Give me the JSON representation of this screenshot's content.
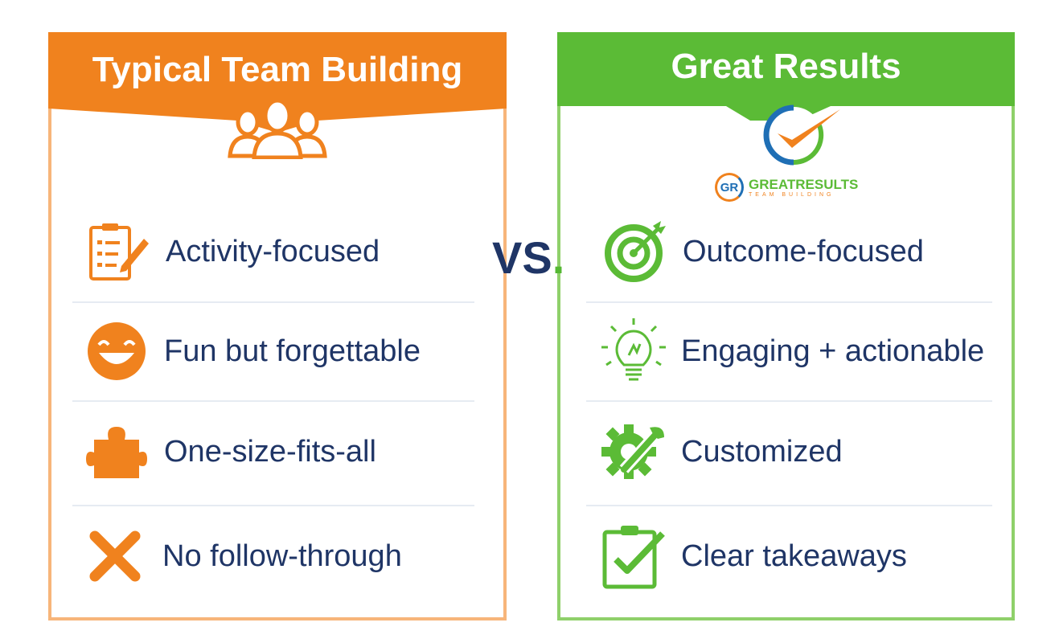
{
  "left": {
    "title": "Typical Team Building",
    "color": "#f0821e",
    "items": [
      {
        "label": "Activity-focused",
        "icon": "checklist-icon"
      },
      {
        "label": "Fun but forgettable",
        "icon": "smiley-icon"
      },
      {
        "label": "One-size-fits-all",
        "icon": "puzzle-icon"
      },
      {
        "label": "No follow-through",
        "icon": "x-icon"
      }
    ]
  },
  "vs": {
    "text": "VS",
    "dot": "."
  },
  "right": {
    "title": "Great Results",
    "color": "#5bbb36",
    "logo": {
      "name": "GREATRESULTS",
      "sub": "TEAM BUILDING",
      "mark": "GR"
    },
    "items": [
      {
        "label": "Outcome-focused",
        "icon": "target-icon"
      },
      {
        "label": "Engaging + actionable",
        "icon": "lightbulb-icon"
      },
      {
        "label": "Customized",
        "icon": "gear-wrench-icon"
      },
      {
        "label": "Clear takeaways",
        "icon": "clipboard-check-icon"
      }
    ]
  }
}
